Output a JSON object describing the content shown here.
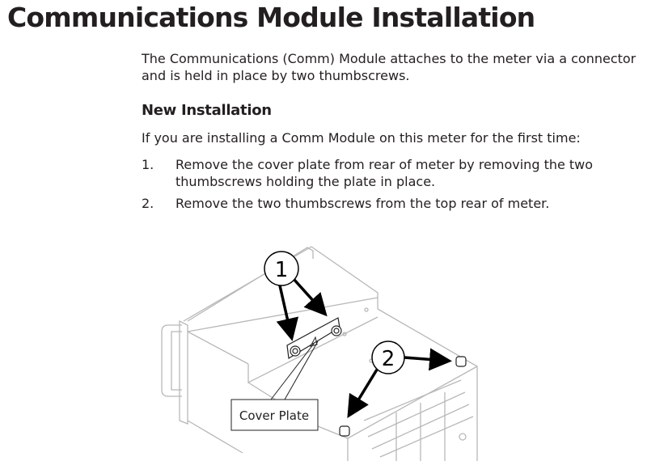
{
  "title": "Communications Module Installation",
  "intro_paragraph": "The Communications (Comm) Module attaches to the meter via a connector and is held in place by two thumbscrews.",
  "section_heading": "New Installation",
  "section_intro": "If you are installing a Comm Module on this meter for the first time:",
  "steps": [
    {
      "number": "1.",
      "text": "Remove the cover plate from rear of meter by removing the two thumbscrews holding the plate in place."
    },
    {
      "number": "2.",
      "text": "Remove the two thumbscrews from the top rear of meter."
    }
  ],
  "figure": {
    "callout_1": "1",
    "callout_2": "2",
    "label_cover_plate": "Cover Plate"
  }
}
